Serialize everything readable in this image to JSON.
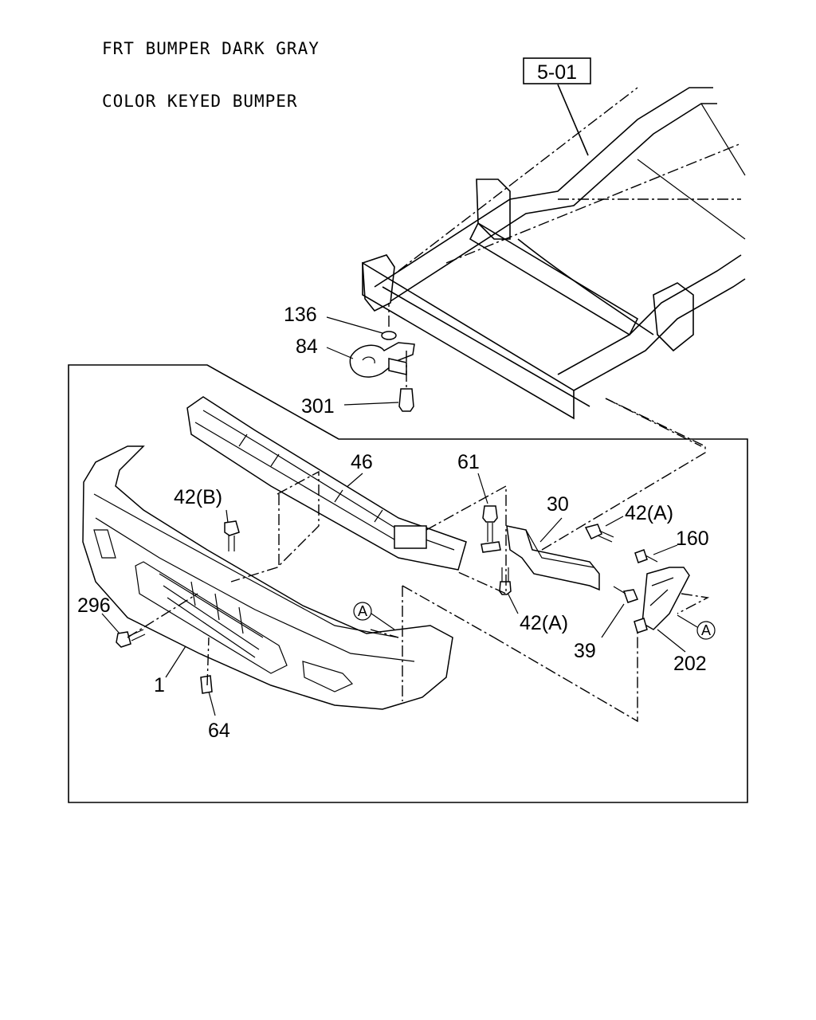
{
  "title": {
    "line1": "FRT BUMPER DARK GRAY",
    "line2": "COLOR KEYED BUMPER"
  },
  "ref_box": "5-01",
  "callouts": {
    "p136": "136",
    "p84": "84",
    "p301": "301",
    "p46": "46",
    "p61": "61",
    "p30": "30",
    "p42a_top": "42(A)",
    "p160": "160",
    "p42b": "42(B)",
    "p296": "296",
    "p42a_bottom": "42(A)",
    "p39": "39",
    "p202": "202",
    "p1": "1",
    "p64": "64"
  },
  "markers": {
    "a_left": "A",
    "a_right": "A"
  }
}
